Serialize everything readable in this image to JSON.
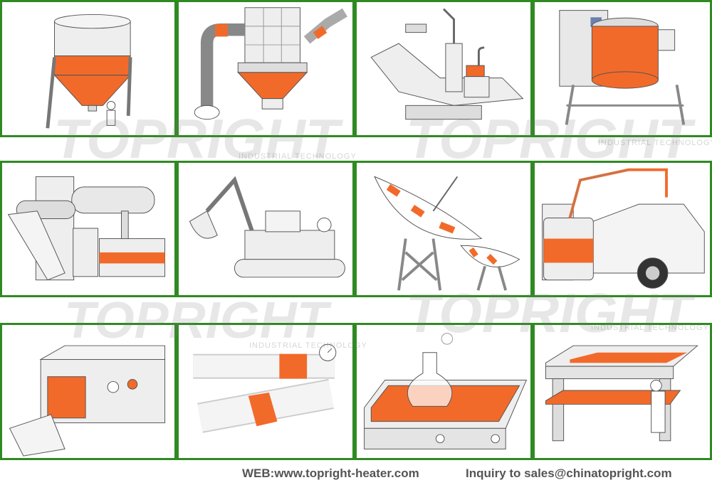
{
  "watermark": {
    "brand": "TOPRIGHT",
    "tagline": "INDUSTRIAL TECHNOLOGY"
  },
  "footer": {
    "web": "WEB:www.topright-heater.com",
    "inquiry": "Inquiry to sales@chinatopright.com"
  },
  "colors": {
    "border": "#2f8a22",
    "heater": "#f26a2a",
    "outline": "#555555",
    "fill": "#eeeeee"
  },
  "panels": [
    {
      "row": 1,
      "col": 1,
      "subject": "silo-hopper"
    },
    {
      "row": 1,
      "col": 2,
      "subject": "dust-collector-duct"
    },
    {
      "row": 1,
      "col": 3,
      "subject": "dental-chair"
    },
    {
      "row": 1,
      "col": 4,
      "subject": "food-kettle"
    },
    {
      "row": 2,
      "col": 1,
      "subject": "extruder-machine"
    },
    {
      "row": 2,
      "col": 2,
      "subject": "excavator"
    },
    {
      "row": 2,
      "col": 3,
      "subject": "satellite-dish"
    },
    {
      "row": 2,
      "col": 4,
      "subject": "fuel-tank-truck"
    },
    {
      "row": 3,
      "col": 1,
      "subject": "tunnel-oven"
    },
    {
      "row": 3,
      "col": 2,
      "subject": "pipeline"
    },
    {
      "row": 3,
      "col": 3,
      "subject": "lab-hotplate"
    },
    {
      "row": 3,
      "col": 4,
      "subject": "heat-press"
    }
  ]
}
